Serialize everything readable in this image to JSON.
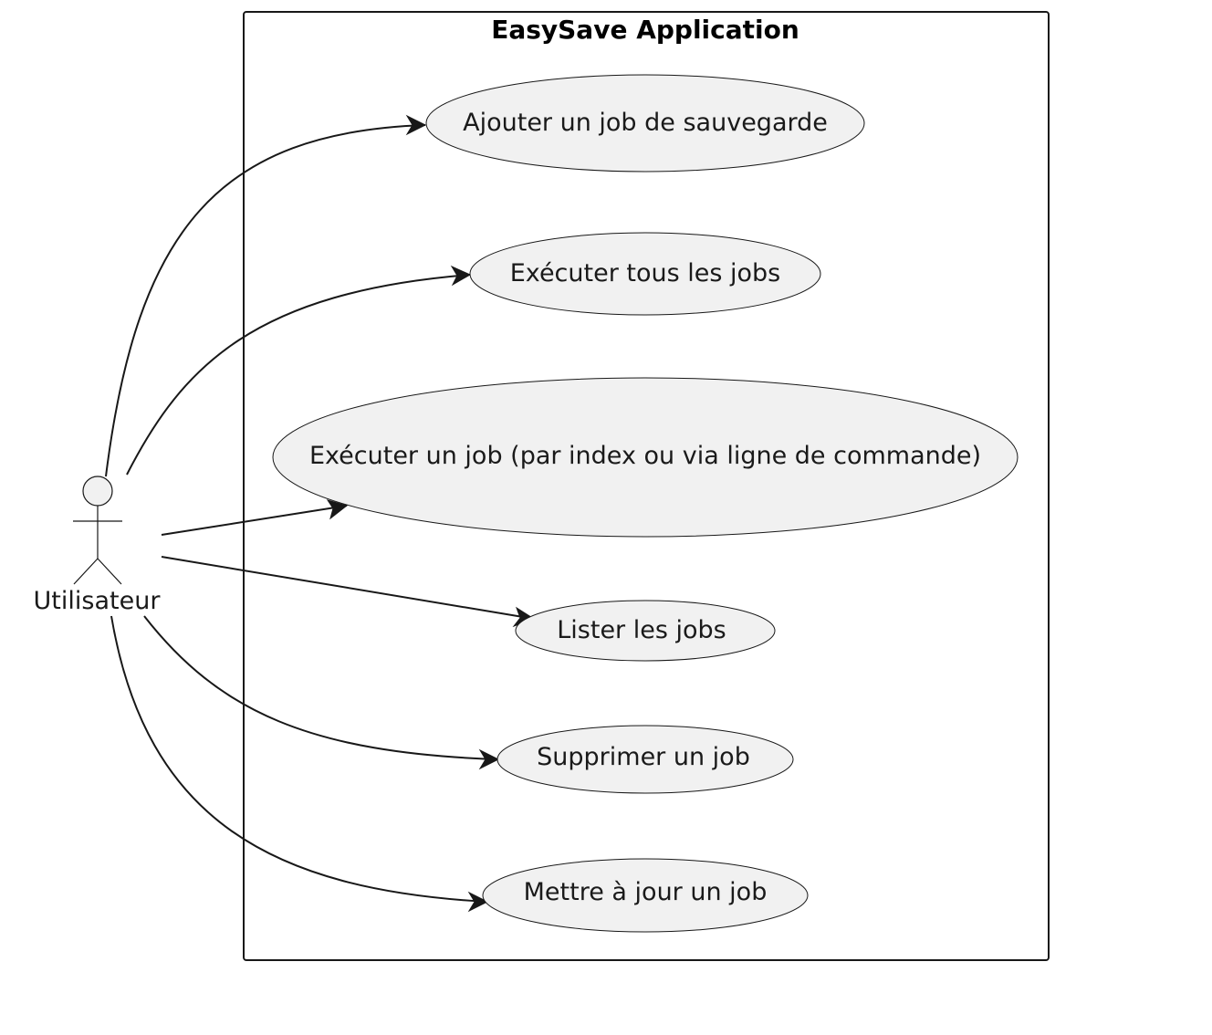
{
  "system": {
    "title": "EasySave Application"
  },
  "actor": {
    "label": "Utilisateur"
  },
  "use_cases": [
    {
      "id": "uc-add",
      "label": "Ajouter un job de sauvegarde"
    },
    {
      "id": "uc-run-all",
      "label": "Exécuter tous les jobs"
    },
    {
      "id": "uc-run-one",
      "label": "Exécuter un job (par index ou via ligne de commande)"
    },
    {
      "id": "uc-list",
      "label": "Lister les jobs"
    },
    {
      "id": "uc-delete",
      "label": "Supprimer un job"
    },
    {
      "id": "uc-update",
      "label": "Mettre à jour un job"
    }
  ],
  "associations": [
    {
      "from": "actor",
      "to": "uc-add"
    },
    {
      "from": "actor",
      "to": "uc-run-all"
    },
    {
      "from": "actor",
      "to": "uc-run-one"
    },
    {
      "from": "actor",
      "to": "uc-list"
    },
    {
      "from": "actor",
      "to": "uc-delete"
    },
    {
      "from": "actor",
      "to": "uc-update"
    }
  ]
}
